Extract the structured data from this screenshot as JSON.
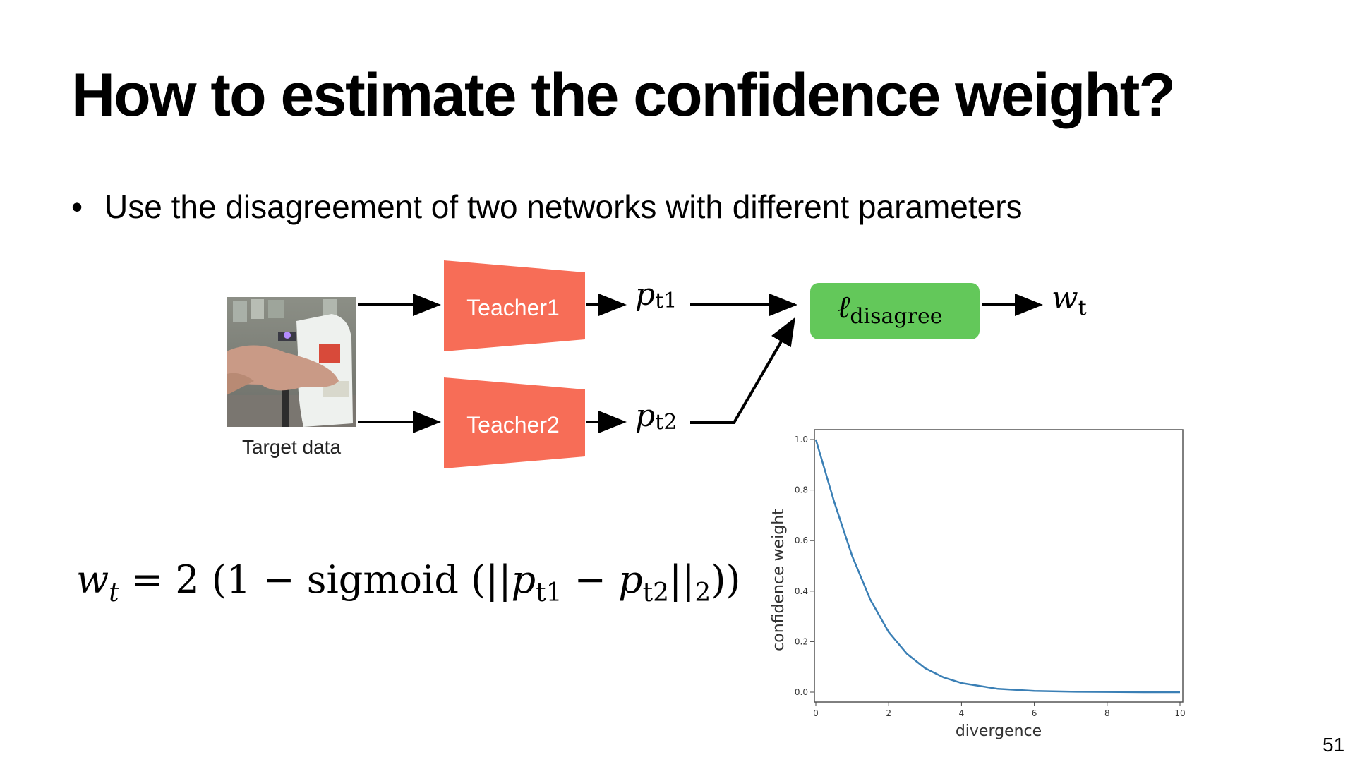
{
  "slide": {
    "title": "How to estimate the confidence weight?",
    "bullet_symbol": "•",
    "bullet": "Use the disagreement of two networks with different parameters",
    "page_number": "51"
  },
  "diagram": {
    "input_caption": "Target data",
    "teacher1_label": "Teacher1",
    "teacher2_label": "Teacher2",
    "p1": {
      "symbol": "p",
      "sub": "t1"
    },
    "p2": {
      "symbol": "p",
      "sub": "t2"
    },
    "loss": {
      "symbol": "ℓ",
      "sub": "disagree"
    },
    "weight": {
      "symbol": "w",
      "sub": "t"
    },
    "colors": {
      "teacher_fill": "#f76d57",
      "loss_fill": "#63c85a",
      "curve": "#3a7fb5",
      "arrow": "#000000"
    }
  },
  "formula": {
    "w": "w",
    "w_sub": "t",
    "eq_part": " = 2 (1 − sigmoid (||",
    "p1": "p",
    "p1_sub": "t1",
    "minus": " − ",
    "p2": "p",
    "p2_sub": "t2",
    "norm": "||",
    "norm_sub": "2",
    "close": "))"
  },
  "chart_data": {
    "type": "line",
    "xlabel": "divergence",
    "ylabel": "confidence weight",
    "xlim": [
      0,
      10
    ],
    "ylim": [
      0,
      1.0
    ],
    "xticks": [
      0,
      2,
      4,
      6,
      8,
      10
    ],
    "yticks": [
      0.0,
      0.2,
      0.4,
      0.6,
      0.8,
      1.0
    ],
    "ytick_labels": [
      "0.0",
      "0.2",
      "0.4",
      "0.6",
      "0.8",
      "1.0"
    ],
    "series": [
      {
        "function": "2*(1-sigmoid(x))",
        "x": [
          0,
          0.5,
          1,
          1.5,
          2,
          2.5,
          3,
          3.5,
          4,
          5,
          6,
          7,
          8,
          9,
          10
        ],
        "values": [
          1.0,
          0.755,
          0.538,
          0.365,
          0.238,
          0.152,
          0.095,
          0.059,
          0.036,
          0.013,
          0.005,
          0.002,
          0.001,
          0.0,
          0.0
        ]
      }
    ],
    "grid": false
  }
}
